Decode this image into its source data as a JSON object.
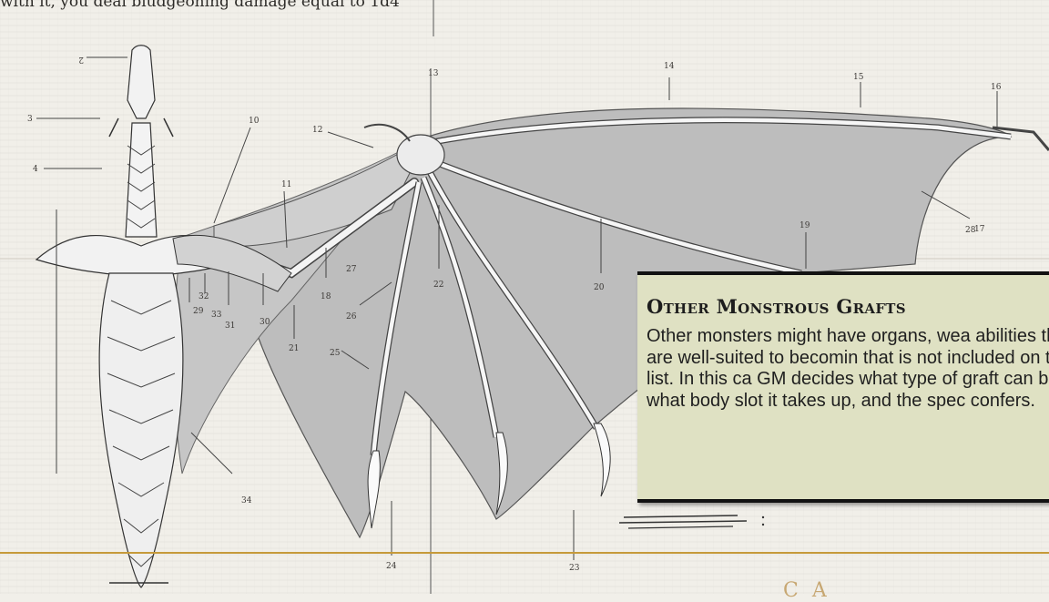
{
  "page": {
    "top_text": "with it, you deal bludgeoning damage equal to 1d4",
    "footer_fragment": "C        A"
  },
  "sidebar": {
    "title": "Other Monstrous Grafts",
    "body": "Other monsters might have organs, wea abilities that are well-suited to becomin that is not included on this list. In this ca GM decides what type of graft can be h what body slot it takes up, and the spec confers."
  },
  "illustration": {
    "subject": "dragon-skeleton-wing-anatomy",
    "callouts": [
      "2",
      "3",
      "4",
      "10",
      "11",
      "12",
      "13",
      "14",
      "15",
      "16",
      "17",
      "18",
      "19",
      "20",
      "21",
      "22",
      "23",
      "24",
      "25",
      "26",
      "27",
      "28",
      "29",
      "30",
      "31",
      "32",
      "33",
      "34"
    ]
  },
  "colors": {
    "page": "#f1efe9",
    "sidebar_bg": "#dfe1c3",
    "sidebar_border": "#121212",
    "rule": "#c69a3a",
    "membrane": "#b9b9b9"
  }
}
